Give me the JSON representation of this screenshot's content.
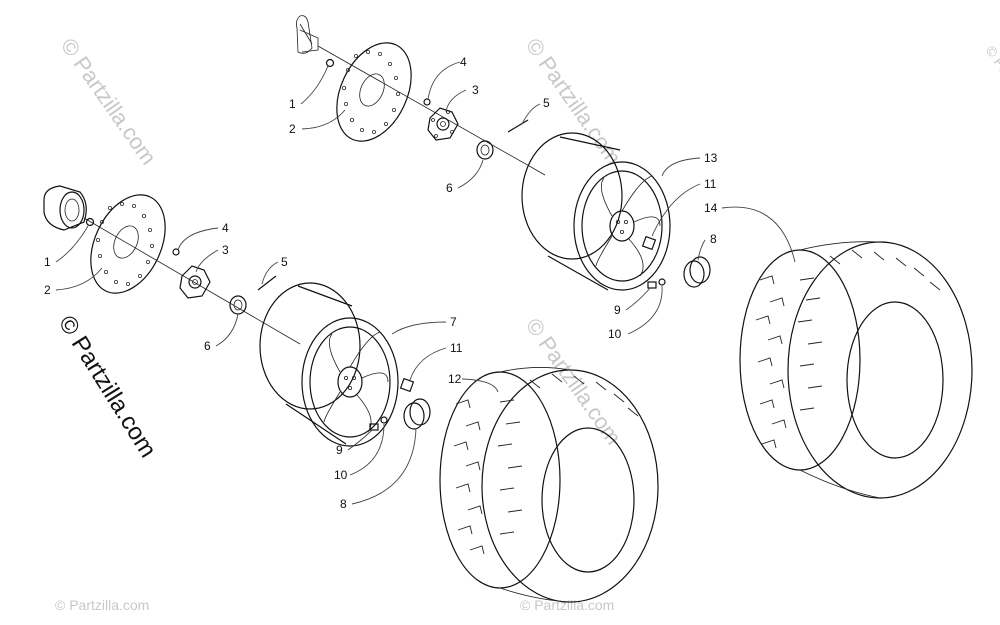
{
  "watermark": {
    "main": "© Partzilla.com",
    "faint": "© Partzilla.com"
  },
  "callouts": {
    "rear": {
      "c1": "1",
      "c2": "2",
      "c3": "3",
      "c4": "4",
      "c5": "5",
      "c6": "6",
      "c8": "8",
      "c9": "9",
      "c10": "10",
      "c11": "11",
      "c13": "13",
      "c14": "14"
    },
    "front": {
      "c1": "1",
      "c2": "2",
      "c3": "3",
      "c4": "4",
      "c5": "5",
      "c6": "6",
      "c7": "7",
      "c8": "8",
      "c9": "9",
      "c10": "10",
      "c11": "11",
      "c12": "12"
    }
  }
}
